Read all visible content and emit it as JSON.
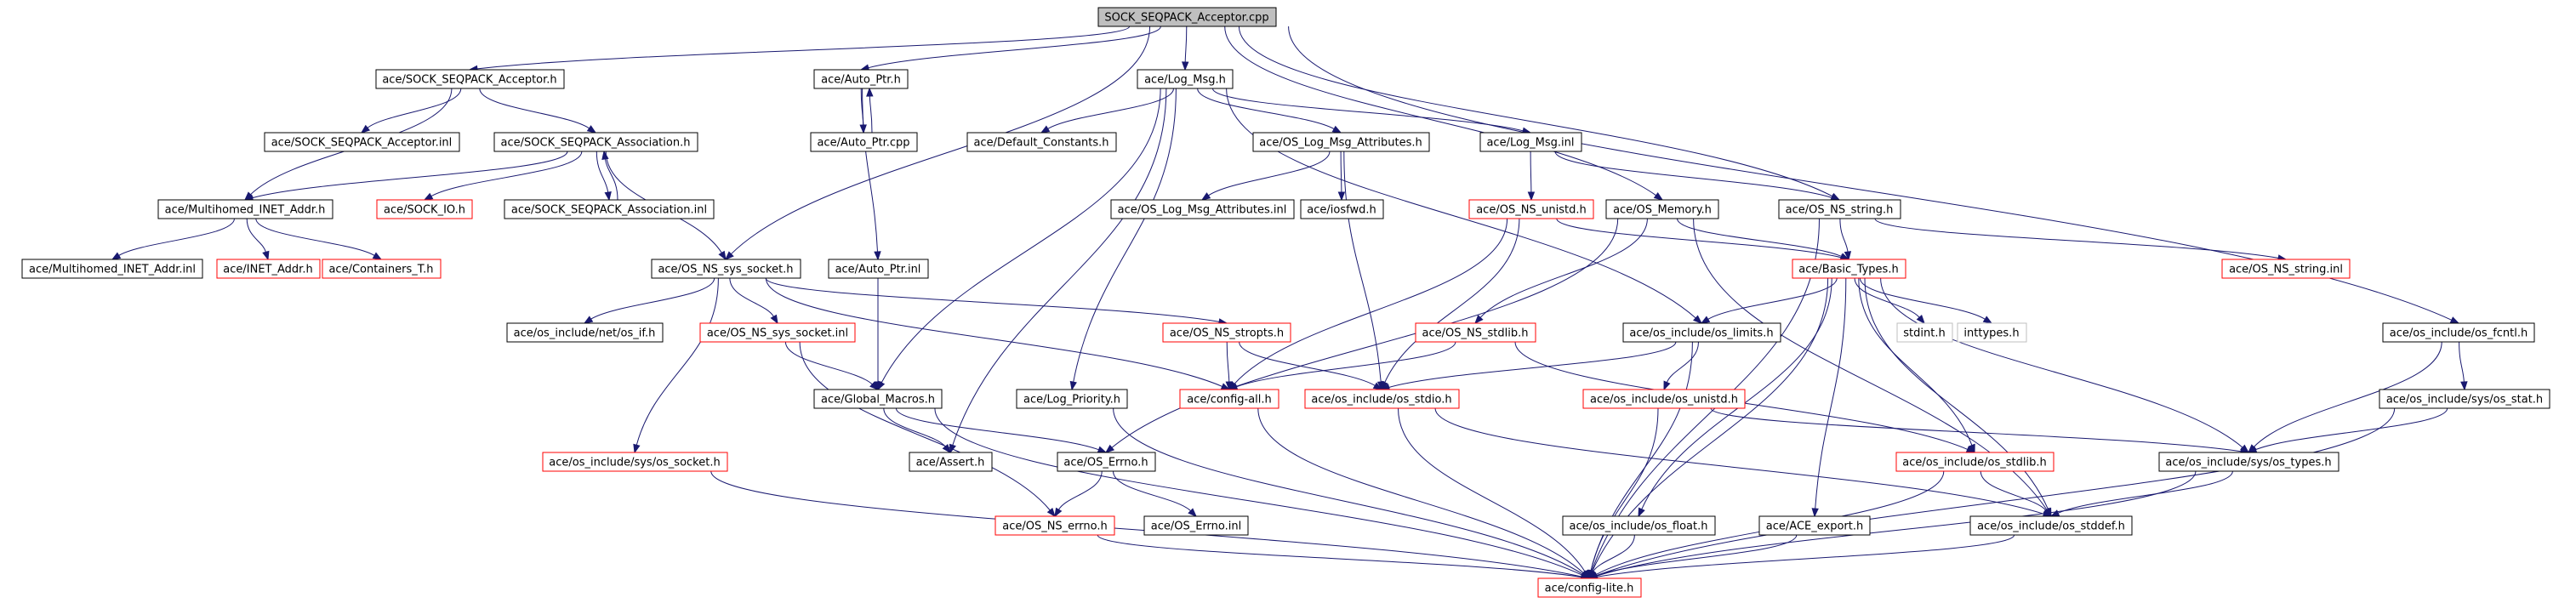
{
  "colors": {
    "edge": "#191970",
    "root_fill": "#bfbfbf",
    "root_border": "#000000",
    "node_fill": "#ffffff",
    "node_border": "#000000",
    "missing_border": "#ff0000",
    "external_border": "#bfbfbf",
    "text": "#000000"
  },
  "nodes": [
    {
      "id": "root",
      "label": "SOCK_SEQPACK_Acceptor.cpp",
      "kind": "root"
    },
    {
      "id": "acceptor_h",
      "label": "ace/SOCK_SEQPACK_Acceptor.h",
      "kind": "normal"
    },
    {
      "id": "autoptr_h",
      "label": "ace/Auto_Ptr.h",
      "kind": "normal"
    },
    {
      "id": "logmsg_h",
      "label": "ace/Log_Msg.h",
      "kind": "normal"
    },
    {
      "id": "acceptor_inl",
      "label": "ace/SOCK_SEQPACK_Acceptor.inl",
      "kind": "normal"
    },
    {
      "id": "assoc_h",
      "label": "ace/SOCK_SEQPACK_Association.h",
      "kind": "normal"
    },
    {
      "id": "autoptr_cpp",
      "label": "ace/Auto_Ptr.cpp",
      "kind": "normal"
    },
    {
      "id": "default_const",
      "label": "ace/Default_Constants.h",
      "kind": "normal"
    },
    {
      "id": "oslogmsgattr_h",
      "label": "ace/OS_Log_Msg_Attributes.h",
      "kind": "normal"
    },
    {
      "id": "logmsg_inl",
      "label": "ace/Log_Msg.inl",
      "kind": "normal"
    },
    {
      "id": "multihomed_h",
      "label": "ace/Multihomed_INET_Addr.h",
      "kind": "normal"
    },
    {
      "id": "sockio_h",
      "label": "ace/SOCK_IO.h",
      "kind": "missing"
    },
    {
      "id": "assoc_inl",
      "label": "ace/SOCK_SEQPACK_Association.inl",
      "kind": "normal"
    },
    {
      "id": "oslogmsgattr_inl",
      "label": "ace/OS_Log_Msg_Attributes.inl",
      "kind": "normal"
    },
    {
      "id": "iosfwd",
      "label": "ace/iosfwd.h",
      "kind": "normal"
    },
    {
      "id": "osnsunistd_h",
      "label": "ace/OS_NS_unistd.h",
      "kind": "missing"
    },
    {
      "id": "osmemory_h",
      "label": "ace/OS_Memory.h",
      "kind": "normal"
    },
    {
      "id": "osnsstring_h",
      "label": "ace/OS_NS_string.h",
      "kind": "normal"
    },
    {
      "id": "multihomed_inl",
      "label": "ace/Multihomed_INET_Addr.inl",
      "kind": "normal"
    },
    {
      "id": "inetaddr_h",
      "label": "ace/INET_Addr.h",
      "kind": "missing"
    },
    {
      "id": "containers_h",
      "label": "ace/Containers_T.h",
      "kind": "missing"
    },
    {
      "id": "osnssyssocket_h",
      "label": "ace/OS_NS_sys_socket.h",
      "kind": "normal"
    },
    {
      "id": "autoptr_inl",
      "label": "ace/Auto_Ptr.inl",
      "kind": "normal"
    },
    {
      "id": "basictypes_h",
      "label": "ace/Basic_Types.h",
      "kind": "missing"
    },
    {
      "id": "osnsstring_inl",
      "label": "ace/OS_NS_string.inl",
      "kind": "missing"
    },
    {
      "id": "netosif_h",
      "label": "ace/os_include/net/os_if.h",
      "kind": "normal"
    },
    {
      "id": "osnssyssocket_inl",
      "label": "ace/OS_NS_sys_socket.inl",
      "kind": "missing"
    },
    {
      "id": "osnsstropts_h",
      "label": "ace/OS_NS_stropts.h",
      "kind": "missing"
    },
    {
      "id": "osnsstdlib_h",
      "label": "ace/OS_NS_stdlib.h",
      "kind": "missing"
    },
    {
      "id": "oslimits_h",
      "label": "ace/os_include/os_limits.h",
      "kind": "normal"
    },
    {
      "id": "stdint_h",
      "label": "stdint.h",
      "kind": "external"
    },
    {
      "id": "inttypes_h",
      "label": "inttypes.h",
      "kind": "external"
    },
    {
      "id": "osfcntl_h",
      "label": "ace/os_include/os_fcntl.h",
      "kind": "normal"
    },
    {
      "id": "globalmacros_h",
      "label": "ace/Global_Macros.h",
      "kind": "normal"
    },
    {
      "id": "logpriority_h",
      "label": "ace/Log_Priority.h",
      "kind": "normal"
    },
    {
      "id": "configall_h",
      "label": "ace/config-all.h",
      "kind": "missing"
    },
    {
      "id": "osstdio_h",
      "label": "ace/os_include/os_stdio.h",
      "kind": "missing"
    },
    {
      "id": "osunistd_h",
      "label": "ace/os_include/os_unistd.h",
      "kind": "missing"
    },
    {
      "id": "ossysstat_h",
      "label": "ace/os_include/sys/os_stat.h",
      "kind": "normal"
    },
    {
      "id": "syssocket_h",
      "label": "ace/os_include/sys/os_socket.h",
      "kind": "missing"
    },
    {
      "id": "assert_h",
      "label": "ace/Assert.h",
      "kind": "normal"
    },
    {
      "id": "oserrno_h",
      "label": "ace/OS_Errno.h",
      "kind": "normal"
    },
    {
      "id": "osstdlib_h",
      "label": "ace/os_include/os_stdlib.h",
      "kind": "missing"
    },
    {
      "id": "systypes_h",
      "label": "ace/os_include/sys/os_types.h",
      "kind": "normal"
    },
    {
      "id": "osnserrno_h",
      "label": "ace/OS_NS_errno.h",
      "kind": "missing"
    },
    {
      "id": "oserrno_inl",
      "label": "ace/OS_Errno.inl",
      "kind": "normal"
    },
    {
      "id": "osfloat_h",
      "label": "ace/os_include/os_float.h",
      "kind": "normal"
    },
    {
      "id": "aceexport_h",
      "label": "ace/ACE_export.h",
      "kind": "normal"
    },
    {
      "id": "osstddef_h",
      "label": "ace/os_include/os_stddef.h",
      "kind": "normal"
    },
    {
      "id": "configlite_h",
      "label": "ace/config-lite.h",
      "kind": "missing"
    }
  ],
  "edges": [
    [
      "root",
      "acceptor_h"
    ],
    [
      "root",
      "autoptr_h"
    ],
    [
      "root",
      "logmsg_h"
    ],
    [
      "root",
      "osnssyssocket_h"
    ],
    [
      "root",
      "osmemory_h"
    ],
    [
      "root",
      "osnsstring_h"
    ],
    [
      "root",
      "osfcntl_h"
    ],
    [
      "acceptor_h",
      "acceptor_inl"
    ],
    [
      "acceptor_h",
      "assoc_h"
    ],
    [
      "acceptor_h",
      "multihomed_h"
    ],
    [
      "assoc_h",
      "multihomed_h"
    ],
    [
      "assoc_h",
      "sockio_h"
    ],
    [
      "assoc_h",
      "assoc_inl"
    ],
    [
      "assoc_inl",
      "assoc_h"
    ],
    [
      "assoc_h",
      "osnssyssocket_h"
    ],
    [
      "multihomed_h",
      "multihomed_inl"
    ],
    [
      "multihomed_h",
      "inetaddr_h"
    ],
    [
      "multihomed_h",
      "containers_h"
    ],
    [
      "autoptr_h",
      "autoptr_cpp"
    ],
    [
      "autoptr_cpp",
      "autoptr_h"
    ],
    [
      "autoptr_h",
      "autoptr_inl"
    ],
    [
      "autoptr_inl",
      "globalmacros_h"
    ],
    [
      "logmsg_h",
      "default_const"
    ],
    [
      "logmsg_h",
      "oslogmsgattr_h"
    ],
    [
      "logmsg_h",
      "logmsg_inl"
    ],
    [
      "logmsg_h",
      "globalmacros_h"
    ],
    [
      "logmsg_h",
      "assert_h"
    ],
    [
      "logmsg_h",
      "logpriority_h"
    ],
    [
      "logmsg_h",
      "oslimits_h"
    ],
    [
      "oslogmsgattr_h",
      "oslogmsgattr_inl"
    ],
    [
      "oslogmsgattr_h",
      "iosfwd"
    ],
    [
      "oslogmsgattr_h",
      "osstdio_h"
    ],
    [
      "logmsg_inl",
      "osnsunistd_h"
    ],
    [
      "logmsg_inl",
      "osnsstring_h"
    ],
    [
      "osnsunistd_h",
      "basictypes_h"
    ],
    [
      "osnsunistd_h",
      "configall_h"
    ],
    [
      "osnsunistd_h",
      "osstdio_h"
    ],
    [
      "osmemory_h",
      "basictypes_h"
    ],
    [
      "osmemory_h",
      "osnsstdlib_h"
    ],
    [
      "osmemory_h",
      "oserrno_h"
    ],
    [
      "osmemory_h",
      "osstddef_h"
    ],
    [
      "osnsstring_h",
      "basictypes_h"
    ],
    [
      "osnsstring_h",
      "osnsstring_inl"
    ],
    [
      "osnsstring_h",
      "configlite_h"
    ],
    [
      "osnssyssocket_h",
      "netosif_h"
    ],
    [
      "osnssyssocket_h",
      "osnssyssocket_inl"
    ],
    [
      "osnssyssocket_h",
      "osnsstropts_h"
    ],
    [
      "osnssyssocket_h",
      "syssocket_h"
    ],
    [
      "osnssyssocket_h",
      "configall_h"
    ],
    [
      "osnssyssocket_inl",
      "globalmacros_h"
    ],
    [
      "osnssyssocket_inl",
      "osnserrno_h"
    ],
    [
      "osnsstropts_h",
      "configall_h"
    ],
    [
      "osnsstropts_h",
      "osstdio_h"
    ],
    [
      "osnsstdlib_h",
      "configall_h"
    ],
    [
      "osnsstdlib_h",
      "osstdlib_h"
    ],
    [
      "basictypes_h",
      "oslimits_h"
    ],
    [
      "basictypes_h",
      "stdint_h"
    ],
    [
      "basictypes_h",
      "inttypes_h"
    ],
    [
      "basictypes_h",
      "osstdlib_h"
    ],
    [
      "basictypes_h",
      "systypes_h"
    ],
    [
      "basictypes_h",
      "osfloat_h"
    ],
    [
      "basictypes_h",
      "aceexport_h"
    ],
    [
      "basictypes_h",
      "osstddef_h"
    ],
    [
      "basictypes_h",
      "configlite_h"
    ],
    [
      "oslimits_h",
      "osunistd_h"
    ],
    [
      "oslimits_h",
      "osstdio_h"
    ],
    [
      "oslimits_h",
      "configlite_h"
    ],
    [
      "osunistd_h",
      "systypes_h"
    ],
    [
      "osunistd_h",
      "configlite_h"
    ],
    [
      "osstdio_h",
      "configlite_h"
    ],
    [
      "osstdio_h",
      "osstddef_h"
    ],
    [
      "osfcntl_h",
      "ossysstat_h"
    ],
    [
      "osfcntl_h",
      "systypes_h"
    ],
    [
      "ossysstat_h",
      "systypes_h"
    ],
    [
      "ossysstat_h",
      "configlite_h"
    ],
    [
      "globalmacros_h",
      "assert_h"
    ],
    [
      "globalmacros_h",
      "oserrno_h"
    ],
    [
      "globalmacros_h",
      "configlite_h"
    ],
    [
      "logpriority_h",
      "configlite_h"
    ],
    [
      "configall_h",
      "configlite_h"
    ],
    [
      "syssocket_h",
      "configlite_h"
    ],
    [
      "oserrno_h",
      "osnserrno_h"
    ],
    [
      "oserrno_h",
      "oserrno_inl"
    ],
    [
      "osnserrno_h",
      "configlite_h"
    ],
    [
      "osstdlib_h",
      "osstddef_h"
    ],
    [
      "osstdlib_h",
      "configlite_h"
    ],
    [
      "systypes_h",
      "osstddef_h"
    ],
    [
      "systypes_h",
      "configlite_h"
    ],
    [
      "osfloat_h",
      "configlite_h"
    ],
    [
      "aceexport_h",
      "configlite_h"
    ],
    [
      "osstddef_h",
      "configlite_h"
    ]
  ]
}
